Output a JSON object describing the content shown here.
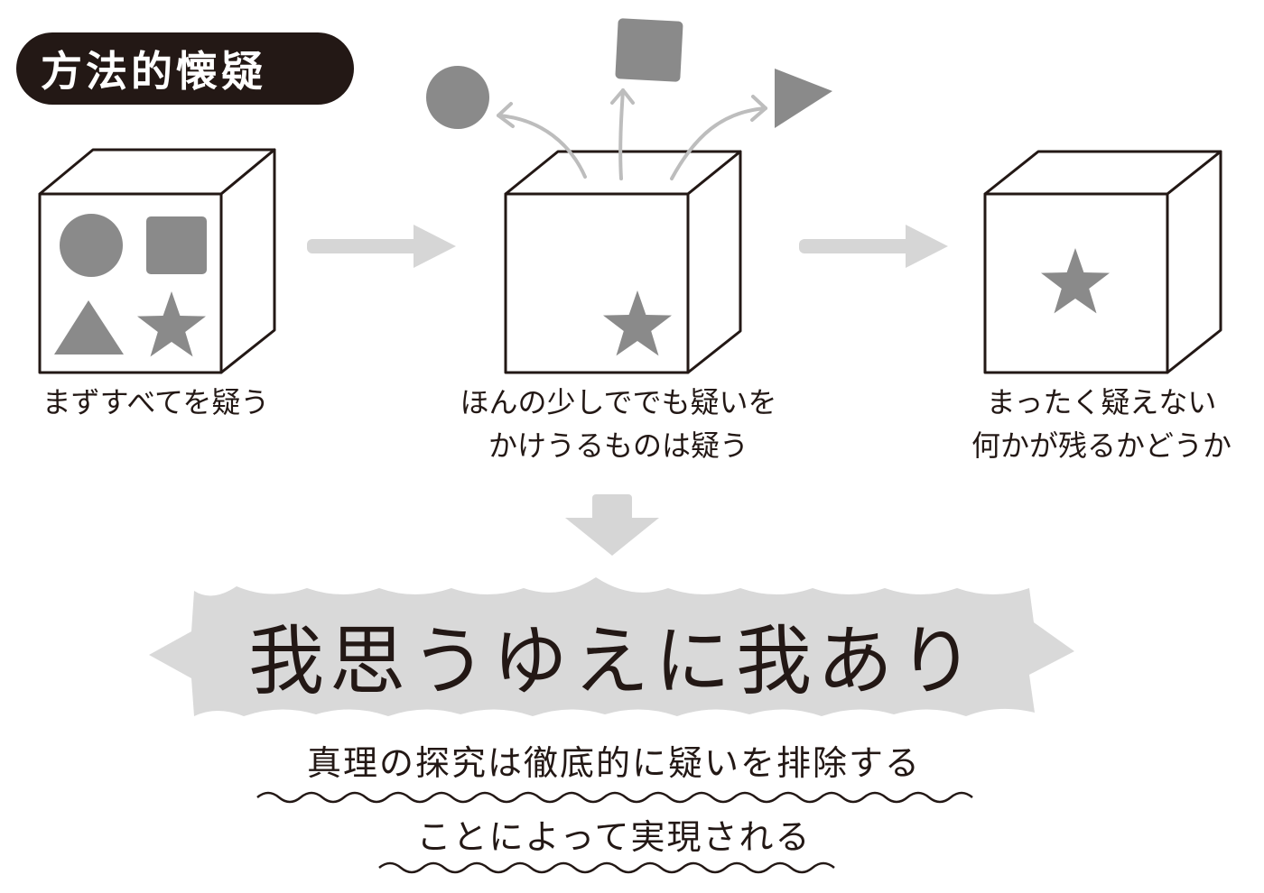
{
  "title": "方法的懐疑",
  "stages": [
    {
      "caption_lines": [
        "まずすべてを疑う"
      ]
    },
    {
      "caption_lines": [
        "ほんの少しででも疑いを",
        "かけうるものは疑う"
      ]
    },
    {
      "caption_lines": [
        "まったく疑えない",
        "何かが残るかどうか"
      ]
    }
  ],
  "conclusion": "我思うゆえに我あり",
  "explanation_lines": [
    "真理の探究は徹底的に疑いを排除する",
    "ことによって実現される"
  ],
  "colors": {
    "ink": "#231815",
    "shape_gray": "#8a8a8a",
    "arrow_gray": "#d6d6d6",
    "banner_gray": "#d9d9d9",
    "title_bg": "#231815",
    "title_text": "#ffffff"
  },
  "icons": {
    "shapes": [
      "circle-icon",
      "square-icon",
      "triangle-icon",
      "star-icon"
    ]
  }
}
